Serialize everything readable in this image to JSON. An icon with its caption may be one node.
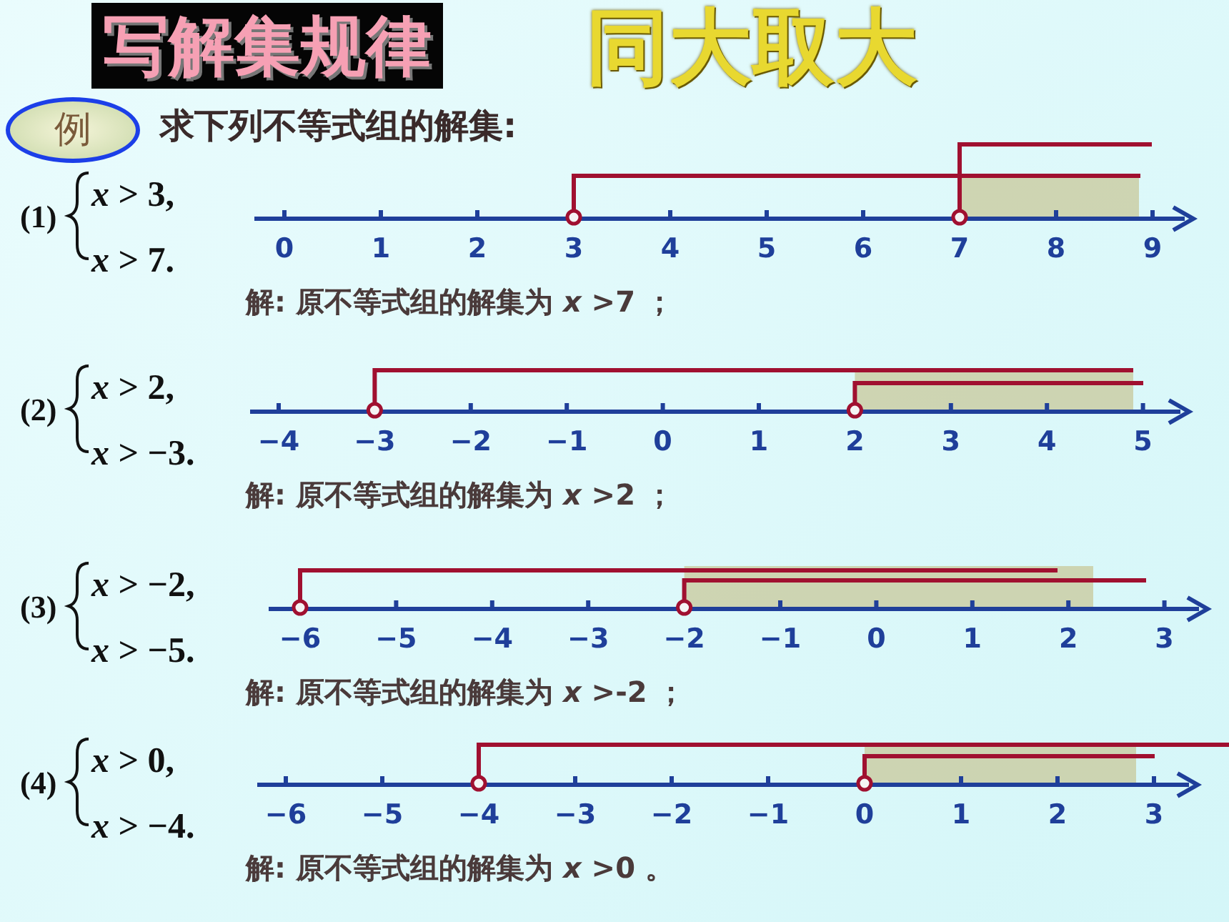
{
  "diagram": {
    "title": "写解集规律",
    "nodes": [
      {
        "text": [
          "例"
        ]
      }
    ],
    "edges": [],
    "labels": [
      "同大取大",
      "求下列不等式组的解集:",
      "(1)",
      "*x* > 3,",
      "*x* > 7.",
      "0",
      "1",
      "2",
      "3",
      "4",
      "5",
      "6",
      "7",
      "8",
      "9",
      "解: 原不等式组的解集为 *x* >7 ；",
      "(2)",
      "*x* > 2,",
      "*x* > −3.",
      "−4",
      "−3",
      "−2",
      "−1",
      "0",
      "1",
      "2",
      "3",
      "4",
      "5",
      "解: 原不等式组的解集为 *x* >2 ；",
      "(3)",
      "*x* > −2,",
      "*x* > −5.",
      "−6",
      "−5",
      "−4",
      "−3",
      "−2",
      "−1",
      "0",
      "1",
      "2",
      "3",
      "解: 原不等式组的解集为 *x* >-2 ；",
      "(4)",
      "*x* > 0,",
      "*x* > −4.",
      "−6",
      "−5",
      "−4",
      "−3",
      "−2",
      "−1",
      "0",
      "1",
      "2",
      "3",
      "解: 原不等式组的解集为 *x* >0 。"
    ]
  }
}
